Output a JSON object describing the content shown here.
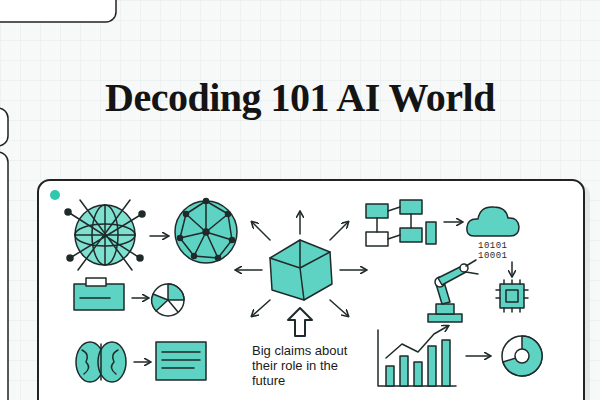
{
  "diagram": {
    "title": "Decoding 101 AI World",
    "labels": [
      "Big claims about their role in the future",
      "10101",
      "10001"
    ]
  }
}
